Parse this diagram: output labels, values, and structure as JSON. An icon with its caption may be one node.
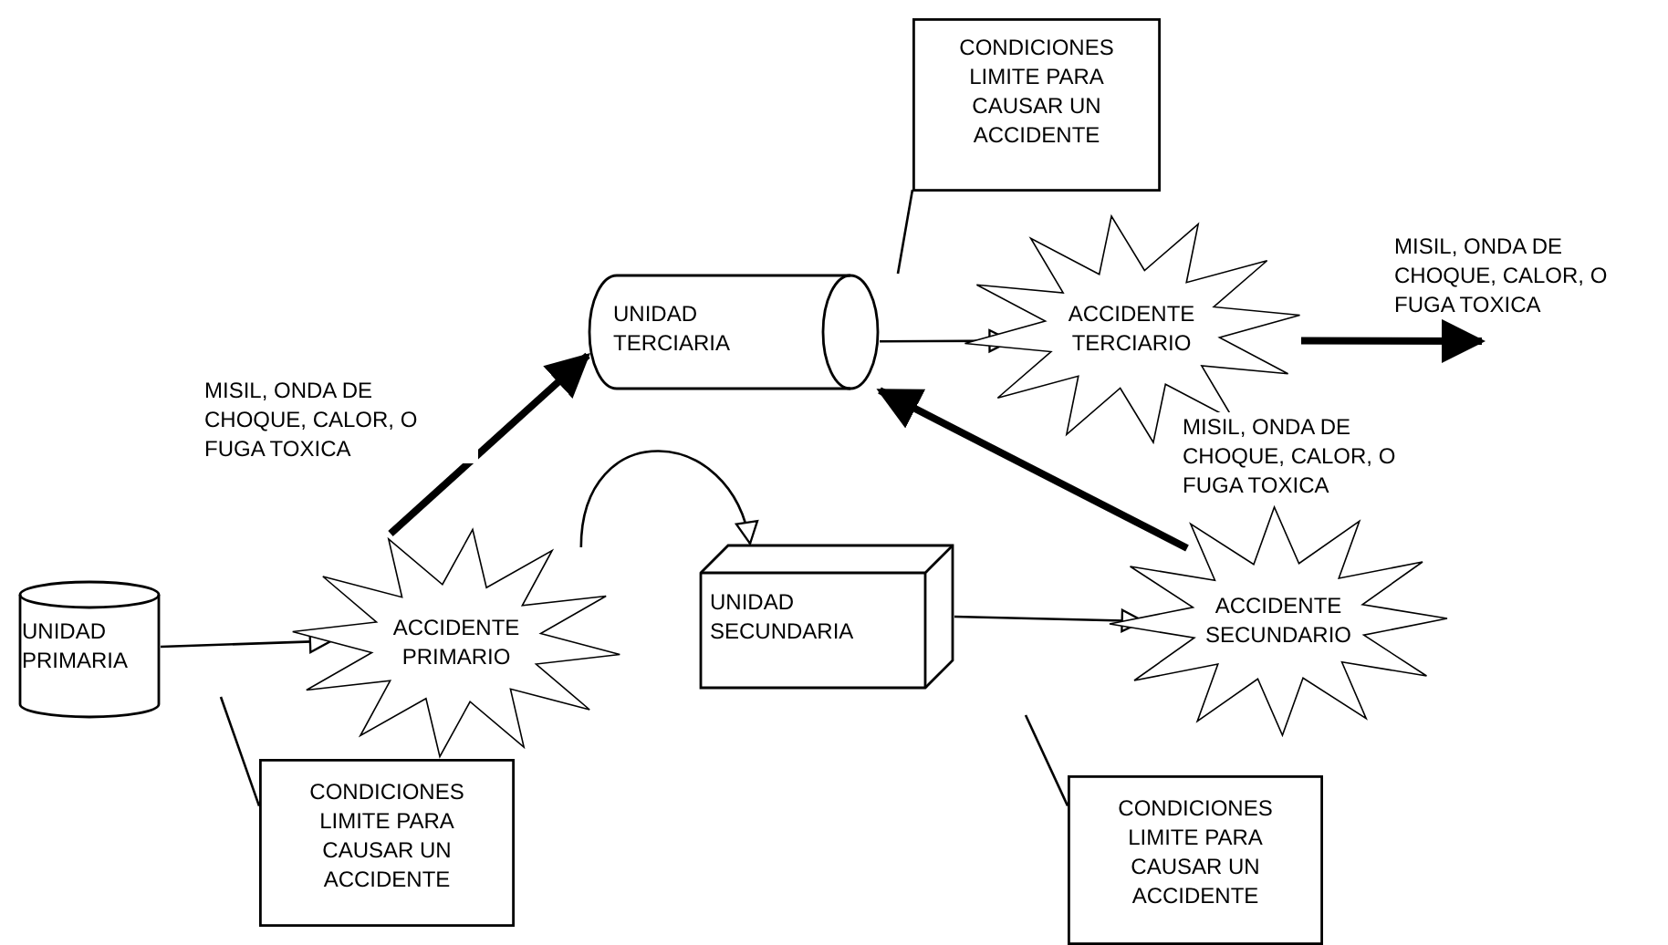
{
  "diagram": {
    "nodes": [
      {
        "text": [
          "UNIDAD PRIMARIA"
        ]
      },
      {
        "text": [
          "ACCIDENTE PRIMARIO"
        ]
      },
      {
        "text": [
          "UNIDAD TERCIARIA"
        ]
      },
      {
        "text": [
          "UNIDAD SECUNDARIA"
        ]
      },
      {
        "text": [
          "ACCIDENTE TERCIARIO"
        ]
      },
      {
        "text": [
          "ACCIDENTE SECUNDARIO"
        ]
      },
      {
        "text": [
          "CONDICIONES LIMITE PARA CAUSAR UN ACCIDENTE"
        ]
      },
      {
        "text": [
          "CONDICIONES LIMITE PARA CAUSAR UN ACCIDENTE"
        ]
      },
      {
        "text": [
          "CONDICIONES LIMITE PARA CAUSAR UN ACCIDENTE"
        ]
      }
    ],
    "edges": [
      {
        "from": 0,
        "to": 1,
        "arrow": "to"
      },
      {
        "from": 1,
        "to": 2,
        "arrow": "to",
        "label": "MISIL, ONDA DE CHOQUE, CALOR, O FUGA TOXICA",
        "style": "thick"
      },
      {
        "from": 1,
        "to": 3,
        "arrow": "to"
      },
      {
        "from": 3,
        "to": 5,
        "arrow": "to"
      },
      {
        "from": 5,
        "to": 2,
        "arrow": "to",
        "label": "MISIL, ONDA DE CHOQUE, CALOR, O FUGA TOXICA",
        "style": "thick"
      },
      {
        "from": 2,
        "to": 4,
        "arrow": "to"
      },
      {
        "from": 4,
        "to": null,
        "arrow": "to",
        "label": "MISIL, ONDA DE CHOQUE, CALOR, O FUGA TOXICA",
        "style": "thick"
      },
      {
        "from": 6,
        "to": null,
        "arrow": "none"
      },
      {
        "from": 7,
        "to": null,
        "arrow": "none"
      },
      {
        "from": 8,
        "to": null,
        "arrow": "none"
      }
    ]
  }
}
